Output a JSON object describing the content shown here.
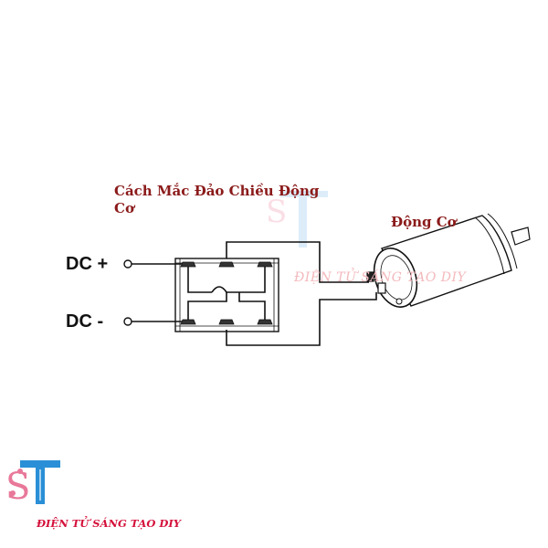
{
  "diagram": {
    "title": "Cách Mắc Đảo Chiều Động Cơ",
    "motor_label": "Động Cơ",
    "dc_positive": "DC +",
    "dc_negative": "DC -",
    "watermark": "ĐIỆN TỬ SÁNG TẠO DIY"
  },
  "brand": {
    "name": "ĐIỆN TỬ SÁNG TẠO DIY",
    "logo_letters": "ST",
    "colors": {
      "pink": "#e8789a",
      "blue": "#2a8fd6",
      "red": "#d4103a"
    }
  }
}
